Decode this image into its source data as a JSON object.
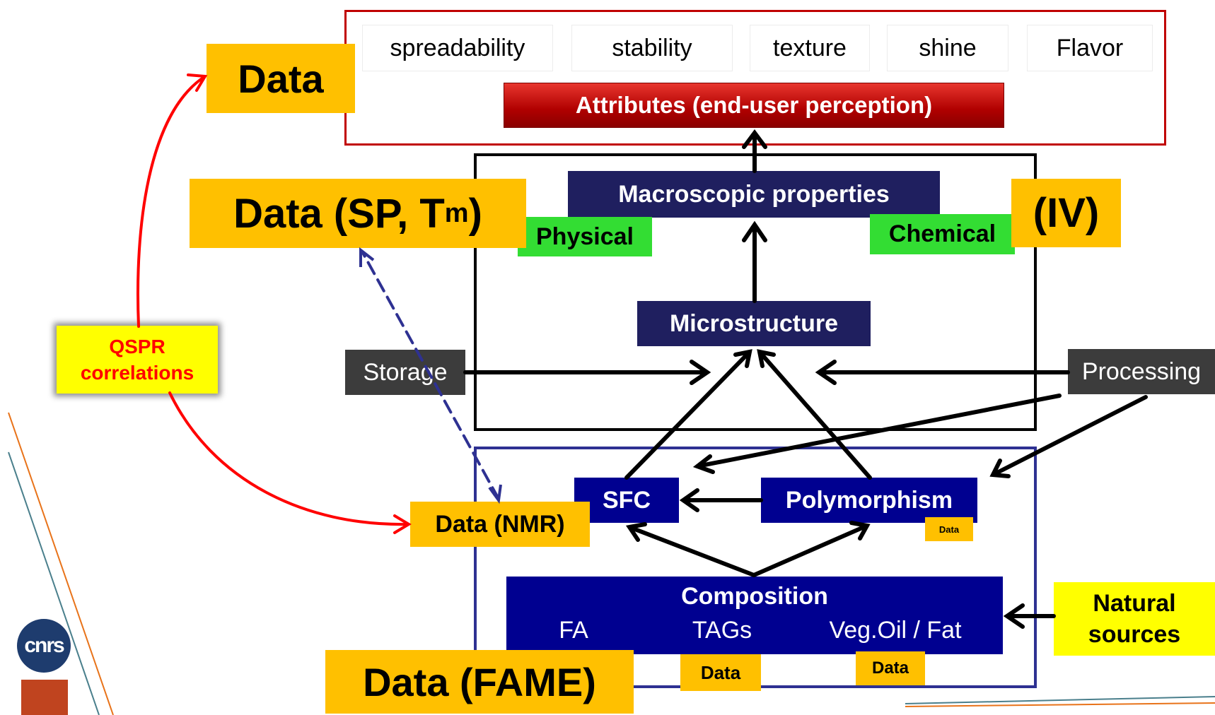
{
  "attributes": {
    "items": [
      "spreadability",
      "stability",
      "texture",
      "shine",
      "Flavor"
    ],
    "banner": "Attributes (end-user perception)"
  },
  "data_top": "Data",
  "data_sp": {
    "main": "Data (SP, T",
    "sub": "m",
    "close": ")"
  },
  "macroscopic": "Macroscopic properties",
  "physical": "Physical",
  "chemical": "Chemical",
  "iv": "(IV)",
  "microstructure": "Microstructure",
  "storage": "Storage",
  "processing": "Processing",
  "qspr": {
    "line1": "QSPR",
    "line2": "correlations"
  },
  "sfc": "SFC",
  "polymorphism": "Polymorphism",
  "polymorphism_data": "Data",
  "data_nmr": "Data (NMR)",
  "composition": {
    "title": "Composition",
    "fa": "FA",
    "tags": "TAGs",
    "veg": "Veg.Oil / Fat"
  },
  "data_tags": "Data",
  "data_veg": "Data",
  "data_fame": "Data (FAME)",
  "natural_sources": {
    "line1": "Natural",
    "line2": "sources"
  },
  "logo": {
    "text": "cnrs"
  },
  "colors": {
    "attributes_frame": "#c00000",
    "banner_red": "#c00000",
    "navy": "#1f1f5f",
    "blue": "#000090",
    "orange": "#ffc000",
    "green": "#33dd33",
    "yellow": "#ffff00",
    "dark_gray": "#3c3c3c",
    "qspr_text": "#ff0000",
    "red_arrow": "#ff0000",
    "dashed_arrow": "#2e3192"
  }
}
